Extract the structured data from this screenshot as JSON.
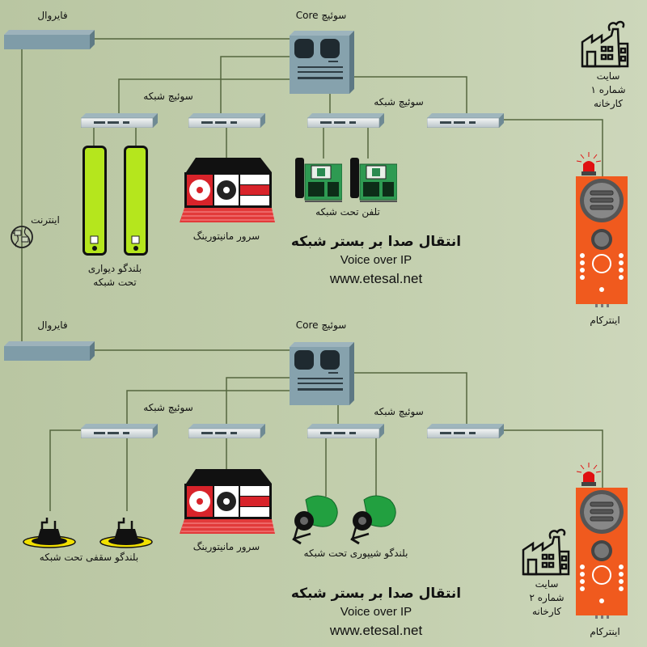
{
  "colors": {
    "line": "#55663f",
    "switch": "#8aa4ad",
    "speaker_wall": "#b5e61d",
    "phone": "#2e9a52",
    "intercom": "#f05a1e",
    "beacon": "#e01010",
    "horn": "#22a040",
    "ceiling": "#f1e000"
  },
  "top": {
    "firewall_label": "فایروال",
    "core_label": "سوئیچ Core",
    "switch_label_left": "سوئیچ شبکه",
    "switch_label_right": "سوئیچ شبکه",
    "internet_label": "اینترنت",
    "wall_speaker_label_1": "بلندگو دیواری",
    "wall_speaker_label_2": "تحت شبکه",
    "server_label": "سرور مانیتورینگ",
    "phone_label": "تلفن تحت شبکه",
    "site_label_1": "سایت",
    "site_label_2": "شماره ۱",
    "site_label_3": "کارخانه",
    "intercom_label": "اینترکام",
    "title_fa": "انتقال صدا بر بستر شبکه",
    "title_en": "Voice over IP",
    "url": "www.etesal.net"
  },
  "bottom": {
    "firewall_label": "فایروال",
    "core_label": "سوئیچ Core",
    "switch_label_left": "سوئیچ شبکه",
    "switch_label_right": "سوئیچ شبکه",
    "ceiling_speaker_label": "بلندگو سقفی تحت شبکه",
    "server_label": "سرور مانیتورینگ",
    "horn_speaker_label": "بلندگو شیپوری تحت شبکه",
    "site_label_1": "سایت",
    "site_label_2": "شماره ۲",
    "site_label_3": "کارخانه",
    "intercom_label": "اینترکام",
    "title_fa": "انتقال صدا بر بستر شبکه",
    "title_en": "Voice over IP",
    "url": "www.etesal.net"
  }
}
